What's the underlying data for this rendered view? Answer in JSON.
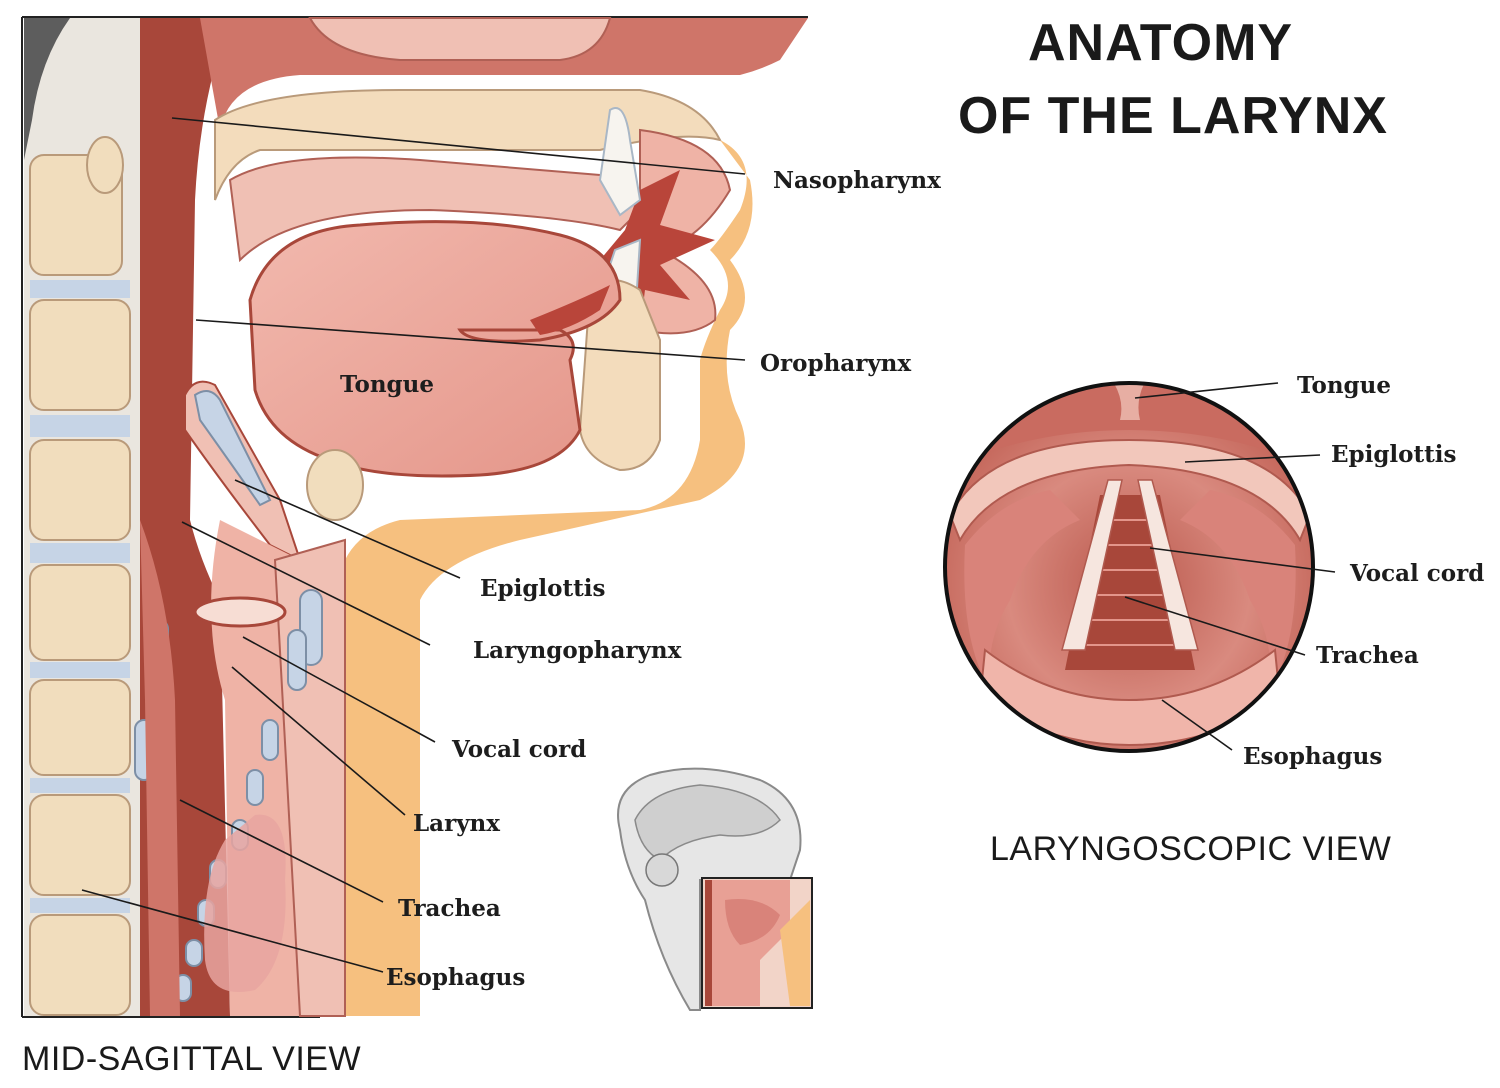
{
  "title": {
    "line1": "ANATOMY",
    "line2": "OF THE LARYNX"
  },
  "sagittal": {
    "view_label": "MID-SAGITTAL VIEW",
    "labels": {
      "nasopharynx": "Nasopharynx",
      "oropharynx": "Oropharynx",
      "tongue": "Tongue",
      "epiglottis": "Epiglottis",
      "laryngopharynx": "Laryngopharynx",
      "vocal_cord": "Vocal cord",
      "larynx": "Larynx",
      "trachea": "Trachea",
      "esophagus": "Esophagus"
    }
  },
  "laryngoscopic": {
    "view_label": "LARYNGOSCOPIC VIEW",
    "labels": {
      "tongue": "Tongue",
      "epiglottis": "Epiglottis",
      "vocal_cord": "Vocal cord",
      "trachea": "Trachea",
      "esophagus": "Esophagus"
    }
  },
  "colors": {
    "tissue_dark": "#a8473a",
    "tissue_mid": "#d9837a",
    "tissue_light": "#f0c0b4",
    "bone": "#f3dcbc",
    "fat_orange": "#f6c07f",
    "cartilage_blue": "#c6d4e6"
  }
}
